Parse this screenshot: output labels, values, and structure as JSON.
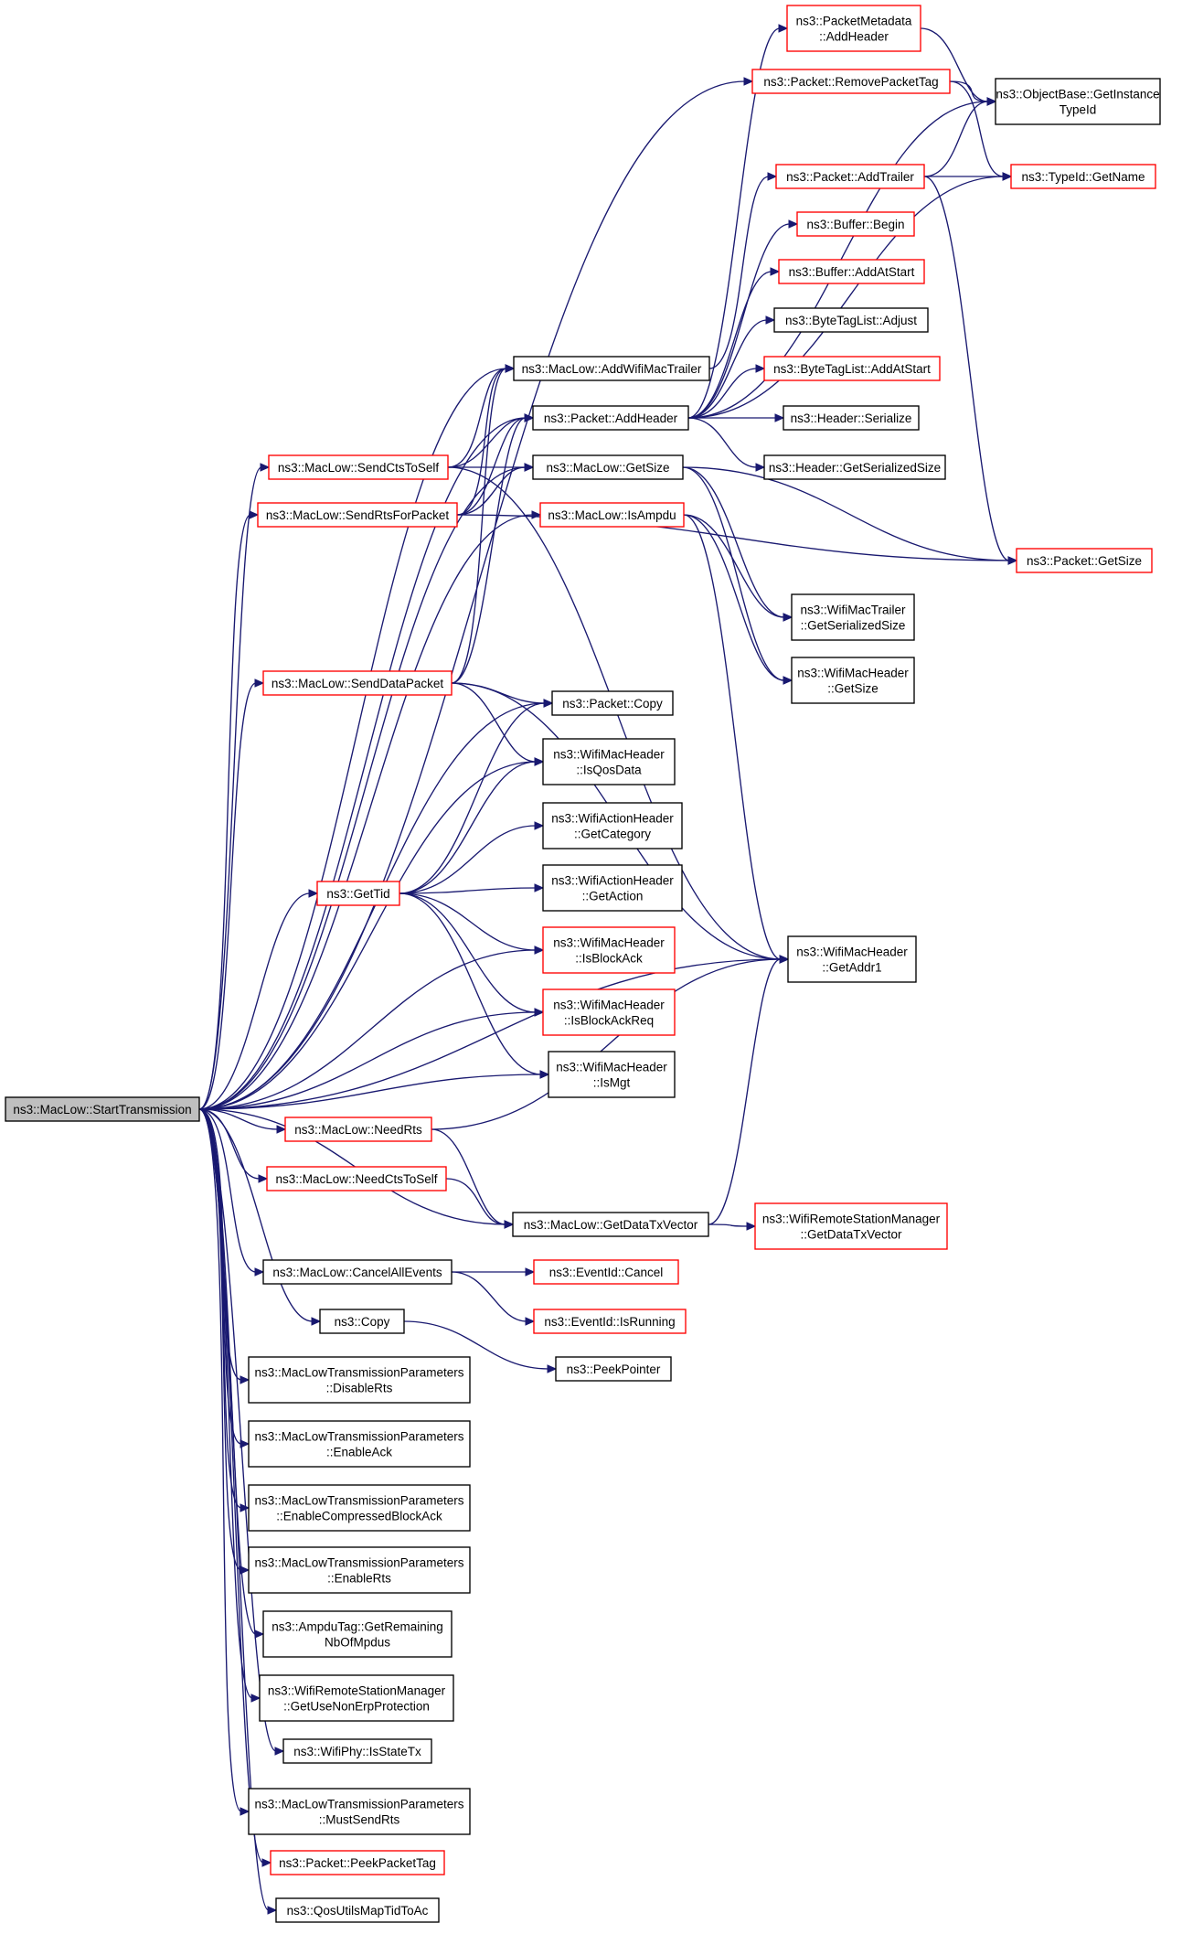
{
  "diagram": {
    "colors": {
      "edge": "#191970",
      "border_default": "#000000",
      "border_red": "#ff0000",
      "fill_default": "#ffffff",
      "fill_root": "#bfbfbf"
    },
    "nodes": [
      {
        "id": "start",
        "lines": [
          "ns3::MacLow::StartTransmission"
        ],
        "style": "root"
      },
      {
        "id": "pm_addheader",
        "lines": [
          "ns3::PacketMetadata",
          "::AddHeader"
        ],
        "style": "red"
      },
      {
        "id": "pkt_removetag",
        "lines": [
          "ns3::Packet::RemovePacketTag"
        ],
        "style": "red"
      },
      {
        "id": "objbase_gettid",
        "lines": [
          "ns3::ObjectBase::GetInstance",
          "TypeId"
        ],
        "style": "black"
      },
      {
        "id": "pkt_addtrailer",
        "lines": [
          "ns3::Packet::AddTrailer"
        ],
        "style": "red"
      },
      {
        "id": "typeid_getname",
        "lines": [
          "ns3::TypeId::GetName"
        ],
        "style": "red"
      },
      {
        "id": "buf_begin",
        "lines": [
          "ns3::Buffer::Begin"
        ],
        "style": "red"
      },
      {
        "id": "buf_addatstart",
        "lines": [
          "ns3::Buffer::AddAtStart"
        ],
        "style": "red"
      },
      {
        "id": "btl_adjust",
        "lines": [
          "ns3::ByteTagList::Adjust"
        ],
        "style": "black"
      },
      {
        "id": "ml_addwifimactrailer",
        "lines": [
          "ns3::MacLow::AddWifiMacTrailer"
        ],
        "style": "black"
      },
      {
        "id": "btl_addatstart",
        "lines": [
          "ns3::ByteTagList::AddAtStart"
        ],
        "style": "red"
      },
      {
        "id": "pkt_addheader",
        "lines": [
          "ns3::Packet::AddHeader"
        ],
        "style": "black"
      },
      {
        "id": "hdr_serialize",
        "lines": [
          "ns3::Header::Serialize"
        ],
        "style": "black"
      },
      {
        "id": "ml_sendctstoself",
        "lines": [
          "ns3::MacLow::SendCtsToSelf"
        ],
        "style": "red"
      },
      {
        "id": "ml_getsize",
        "lines": [
          "ns3::MacLow::GetSize"
        ],
        "style": "black"
      },
      {
        "id": "hdr_getserializedsize",
        "lines": [
          "ns3::Header::GetSerializedSize"
        ],
        "style": "black"
      },
      {
        "id": "ml_sendrtsforpacket",
        "lines": [
          "ns3::MacLow::SendRtsForPacket"
        ],
        "style": "red"
      },
      {
        "id": "ml_isampdu",
        "lines": [
          "ns3::MacLow::IsAmpdu"
        ],
        "style": "red"
      },
      {
        "id": "pkt_getsize",
        "lines": [
          "ns3::Packet::GetSize"
        ],
        "style": "red"
      },
      {
        "id": "wmt_getserializedsize",
        "lines": [
          "ns3::WifiMacTrailer",
          "::GetSerializedSize"
        ],
        "style": "black"
      },
      {
        "id": "wmh_getsize",
        "lines": [
          "ns3::WifiMacHeader",
          "::GetSize"
        ],
        "style": "black"
      },
      {
        "id": "ml_senddatapacket",
        "lines": [
          "ns3::MacLow::SendDataPacket"
        ],
        "style": "red"
      },
      {
        "id": "pkt_copy",
        "lines": [
          "ns3::Packet::Copy"
        ],
        "style": "black"
      },
      {
        "id": "wmh_isqosdata",
        "lines": [
          "ns3::WifiMacHeader",
          "::IsQosData"
        ],
        "style": "black"
      },
      {
        "id": "wah_getcategory",
        "lines": [
          "ns3::WifiActionHeader",
          "::GetCategory"
        ],
        "style": "black"
      },
      {
        "id": "gettid",
        "lines": [
          "ns3::GetTid"
        ],
        "style": "red"
      },
      {
        "id": "wah_getaction",
        "lines": [
          "ns3::WifiActionHeader",
          "::GetAction"
        ],
        "style": "black"
      },
      {
        "id": "wmh_isblockack",
        "lines": [
          "ns3::WifiMacHeader",
          "::IsBlockAck"
        ],
        "style": "red"
      },
      {
        "id": "wmh_getaddr1",
        "lines": [
          "ns3::WifiMacHeader",
          "::GetAddr1"
        ],
        "style": "black"
      },
      {
        "id": "wmh_isblockackreq",
        "lines": [
          "ns3::WifiMacHeader",
          "::IsBlockAckReq"
        ],
        "style": "red"
      },
      {
        "id": "wmh_ismgt",
        "lines": [
          "ns3::WifiMacHeader",
          "::IsMgt"
        ],
        "style": "black"
      },
      {
        "id": "ml_needrts",
        "lines": [
          "ns3::MacLow::NeedRts"
        ],
        "style": "red"
      },
      {
        "id": "ml_needctstoself",
        "lines": [
          "ns3::MacLow::NeedCtsToSelf"
        ],
        "style": "red"
      },
      {
        "id": "ml_getdatatxvector",
        "lines": [
          "ns3::MacLow::GetDataTxVector"
        ],
        "style": "black"
      },
      {
        "id": "wrsm_getdatatxvector",
        "lines": [
          "ns3::WifiRemoteStationManager",
          "::GetDataTxVector"
        ],
        "style": "red"
      },
      {
        "id": "ml_cancelallevents",
        "lines": [
          "ns3::MacLow::CancelAllEvents"
        ],
        "style": "black"
      },
      {
        "id": "eid_cancel",
        "lines": [
          "ns3::EventId::Cancel"
        ],
        "style": "red"
      },
      {
        "id": "copy",
        "lines": [
          "ns3::Copy"
        ],
        "style": "black"
      },
      {
        "id": "eid_isrunning",
        "lines": [
          "ns3::EventId::IsRunning"
        ],
        "style": "red"
      },
      {
        "id": "peekpointer",
        "lines": [
          "ns3::PeekPointer"
        ],
        "style": "black"
      },
      {
        "id": "mltp_disablerts",
        "lines": [
          "ns3::MacLowTransmissionParameters",
          "::DisableRts"
        ],
        "style": "black"
      },
      {
        "id": "mltp_enableack",
        "lines": [
          "ns3::MacLowTransmissionParameters",
          "::EnableAck"
        ],
        "style": "black"
      },
      {
        "id": "mltp_enablecba",
        "lines": [
          "ns3::MacLowTransmissionParameters",
          "::EnableCompressedBlockAck"
        ],
        "style": "black"
      },
      {
        "id": "mltp_enablerts",
        "lines": [
          "ns3::MacLowTransmissionParameters",
          "::EnableRts"
        ],
        "style": "black"
      },
      {
        "id": "ampdutag_getremaining",
        "lines": [
          "ns3::AmpduTag::GetRemaining",
          "NbOfMpdus"
        ],
        "style": "black"
      },
      {
        "id": "wrsm_getusenonerp",
        "lines": [
          "ns3::WifiRemoteStationManager",
          "::GetUseNonErpProtection"
        ],
        "style": "black"
      },
      {
        "id": "wifiphy_isstatetx",
        "lines": [
          "ns3::WifiPhy::IsStateTx"
        ],
        "style": "black"
      },
      {
        "id": "mltp_mustsendrts",
        "lines": [
          "ns3::MacLowTransmissionParameters",
          "::MustSendRts"
        ],
        "style": "black"
      },
      {
        "id": "pkt_peekpackettag",
        "lines": [
          "ns3::Packet::PeekPacketTag"
        ],
        "style": "red"
      },
      {
        "id": "qos_maptidtoac",
        "lines": [
          "ns3::QosUtilsMapTidToAc"
        ],
        "style": "black"
      }
    ],
    "edges": [
      [
        "start",
        "pkt_removetag"
      ],
      [
        "start",
        "ml_addwifimactrailer"
      ],
      [
        "start",
        "pkt_addheader"
      ],
      [
        "start",
        "ml_sendctstoself"
      ],
      [
        "start",
        "ml_getsize"
      ],
      [
        "start",
        "ml_sendrtsforpacket"
      ],
      [
        "start",
        "ml_isampdu"
      ],
      [
        "start",
        "ml_senddatapacket"
      ],
      [
        "start",
        "pkt_copy"
      ],
      [
        "start",
        "wmh_isqosdata"
      ],
      [
        "start",
        "gettid"
      ],
      [
        "start",
        "wmh_isblockack"
      ],
      [
        "start",
        "wmh_isblockackreq"
      ],
      [
        "start",
        "wmh_ismgt"
      ],
      [
        "start",
        "wmh_getaddr1"
      ],
      [
        "start",
        "ml_needrts"
      ],
      [
        "start",
        "ml_needctstoself"
      ],
      [
        "start",
        "ml_getdatatxvector"
      ],
      [
        "start",
        "ml_cancelallevents"
      ],
      [
        "start",
        "copy"
      ],
      [
        "start",
        "mltp_disablerts"
      ],
      [
        "start",
        "mltp_enableack"
      ],
      [
        "start",
        "mltp_enablecba"
      ],
      [
        "start",
        "mltp_enablerts"
      ],
      [
        "start",
        "ampdutag_getremaining"
      ],
      [
        "start",
        "wrsm_getusenonerp"
      ],
      [
        "start",
        "wifiphy_isstatetx"
      ],
      [
        "start",
        "mltp_mustsendrts"
      ],
      [
        "start",
        "pkt_peekpackettag"
      ],
      [
        "start",
        "qos_maptidtoac"
      ],
      [
        "pm_addheader",
        "objbase_gettid"
      ],
      [
        "pkt_removetag",
        "objbase_gettid"
      ],
      [
        "pkt_removetag",
        "typeid_getname"
      ],
      [
        "pkt_addtrailer",
        "objbase_gettid"
      ],
      [
        "pkt_addtrailer",
        "typeid_getname"
      ],
      [
        "pkt_addtrailer",
        "pkt_getsize"
      ],
      [
        "ml_addwifimactrailer",
        "pkt_addtrailer"
      ],
      [
        "pkt_addheader",
        "pm_addheader"
      ],
      [
        "pkt_addheader",
        "objbase_gettid"
      ],
      [
        "pkt_addheader",
        "buf_begin"
      ],
      [
        "pkt_addheader",
        "buf_addatstart"
      ],
      [
        "pkt_addheader",
        "btl_adjust"
      ],
      [
        "pkt_addheader",
        "btl_addatstart"
      ],
      [
        "pkt_addheader",
        "hdr_serialize"
      ],
      [
        "pkt_addheader",
        "hdr_getserializedsize"
      ],
      [
        "pkt_addheader",
        "typeid_getname"
      ],
      [
        "ml_sendctstoself",
        "ml_addwifimactrailer"
      ],
      [
        "ml_sendctstoself",
        "pkt_addheader"
      ],
      [
        "ml_sendctstoself",
        "ml_getsize"
      ],
      [
        "ml_sendctstoself",
        "wmh_getaddr1"
      ],
      [
        "ml_sendrtsforpacket",
        "ml_addwifimactrailer"
      ],
      [
        "ml_sendrtsforpacket",
        "pkt_addheader"
      ],
      [
        "ml_sendrtsforpacket",
        "ml_getsize"
      ],
      [
        "ml_sendrtsforpacket",
        "pkt_getsize"
      ],
      [
        "ml_getsize",
        "pkt_getsize"
      ],
      [
        "ml_getsize",
        "wmt_getserializedsize"
      ],
      [
        "ml_getsize",
        "wmh_getsize"
      ],
      [
        "ml_isampdu",
        "wmt_getserializedsize"
      ],
      [
        "ml_isampdu",
        "wmh_getsize"
      ],
      [
        "ml_isampdu",
        "wmh_getaddr1"
      ],
      [
        "ml_senddatapacket",
        "ml_addwifimactrailer"
      ],
      [
        "ml_senddatapacket",
        "pkt_addheader"
      ],
      [
        "ml_senddatapacket",
        "pkt_copy"
      ],
      [
        "ml_senddatapacket",
        "wmh_isqosdata"
      ],
      [
        "ml_senddatapacket",
        "wmh_getaddr1"
      ],
      [
        "gettid",
        "pkt_copy"
      ],
      [
        "gettid",
        "wmh_isqosdata"
      ],
      [
        "gettid",
        "wah_getcategory"
      ],
      [
        "gettid",
        "wah_getaction"
      ],
      [
        "gettid",
        "wmh_isblockack"
      ],
      [
        "gettid",
        "wmh_isblockackreq"
      ],
      [
        "gettid",
        "wmh_ismgt"
      ],
      [
        "ml_needrts",
        "ml_getdatatxvector"
      ],
      [
        "ml_needrts",
        "wmh_getaddr1"
      ],
      [
        "ml_needctstoself",
        "ml_getdatatxvector"
      ],
      [
        "ml_getdatatxvector",
        "wmh_getaddr1"
      ],
      [
        "ml_getdatatxvector",
        "wrsm_getdatatxvector"
      ],
      [
        "ml_cancelallevents",
        "eid_cancel"
      ],
      [
        "ml_cancelallevents",
        "eid_isrunning"
      ],
      [
        "copy",
        "peekpointer"
      ]
    ]
  }
}
